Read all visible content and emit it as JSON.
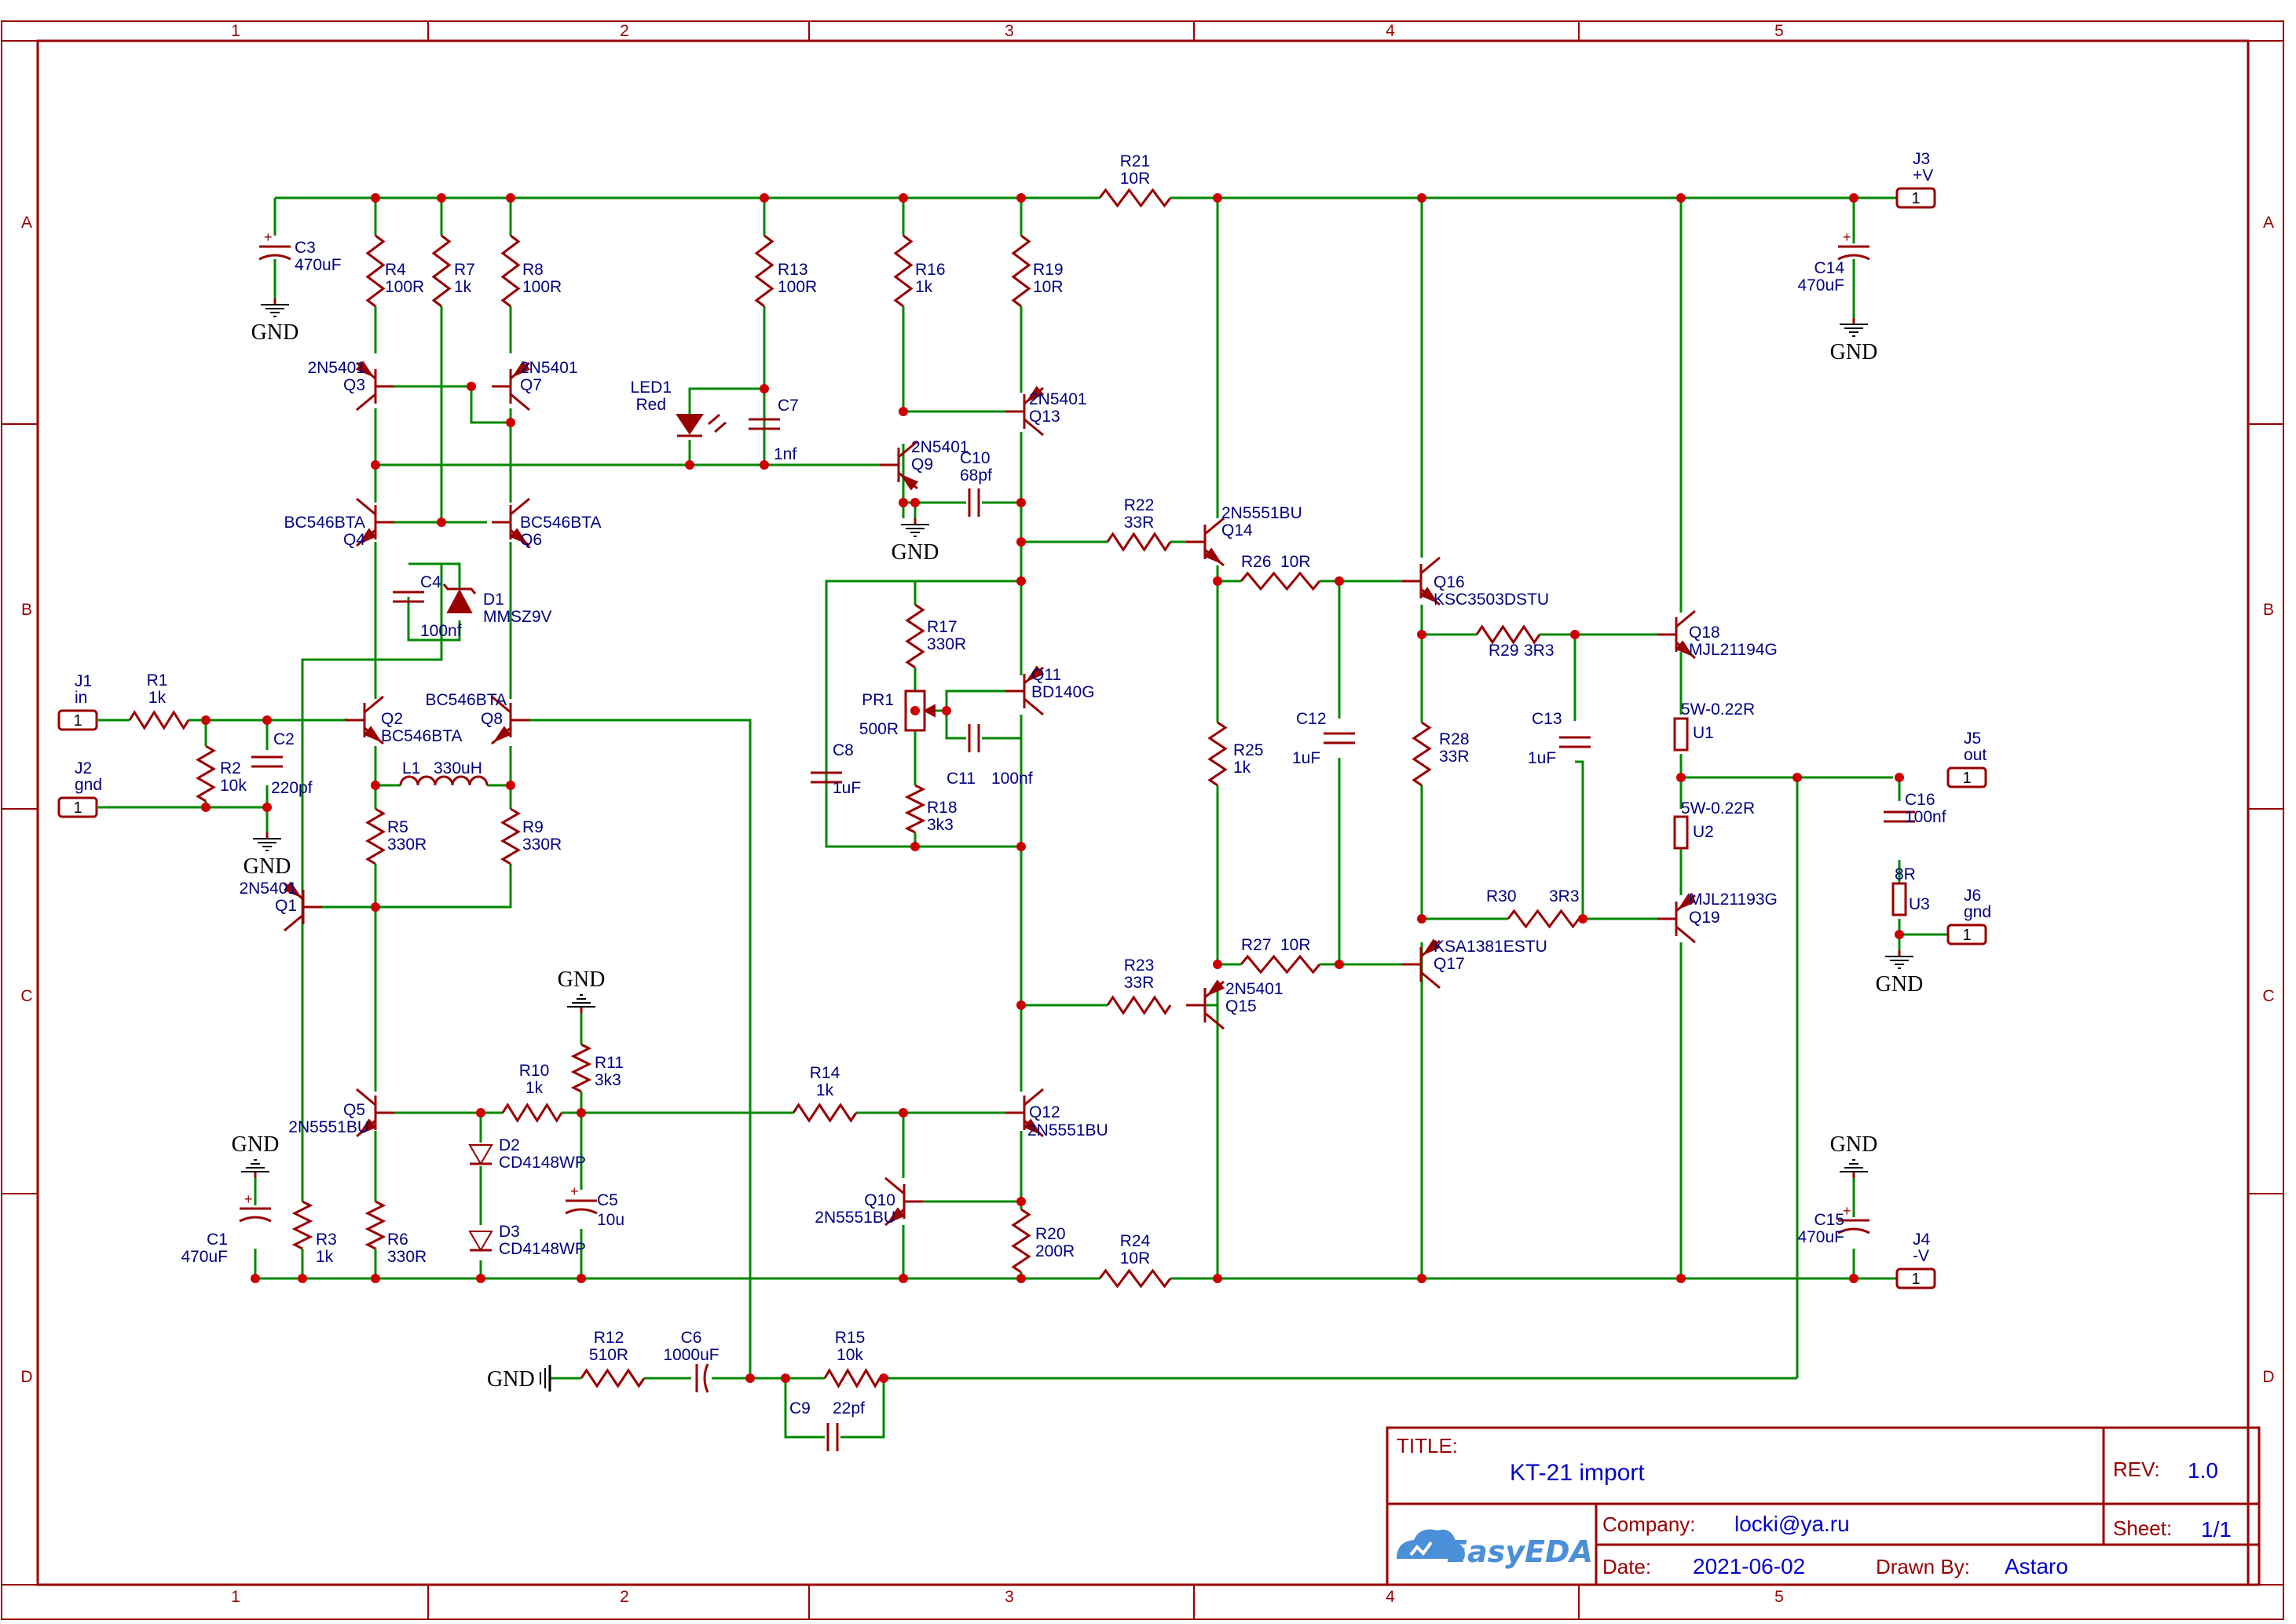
{
  "title_block": {
    "title_label": "TITLE:",
    "title": "KT-21 import",
    "rev_label": "REV:",
    "rev": "1.0",
    "company_label": "Company:",
    "company": "locki@ya.ru",
    "sheet_label": "Sheet:",
    "sheet": "1/1",
    "date_label": "Date:",
    "date": "2021-06-02",
    "drawn_label": "Drawn By:",
    "drawn_by": "Astaro",
    "logo": "EasyEDA"
  },
  "frame": {
    "columns": [
      "1",
      "2",
      "3",
      "4",
      "5"
    ],
    "rows": [
      "A",
      "B",
      "C",
      "D"
    ]
  },
  "connectors": [
    {
      "ref": "J1",
      "name": "in",
      "pin": "1"
    },
    {
      "ref": "J2",
      "name": "gnd",
      "pin": "1"
    },
    {
      "ref": "J3",
      "name": "+V",
      "pin": "1"
    },
    {
      "ref": "J4",
      "name": "-V",
      "pin": "1"
    },
    {
      "ref": "J5",
      "name": "out",
      "pin": "1"
    },
    {
      "ref": "J6",
      "name": "gnd",
      "pin": "1"
    }
  ],
  "gnd_label": "GND",
  "components": {
    "C3": {
      "ref": "C3",
      "val": "470uF"
    },
    "R4": {
      "ref": "R4",
      "val": "100R"
    },
    "R7": {
      "ref": "R7",
      "val": "1k"
    },
    "R8": {
      "ref": "R8",
      "val": "100R"
    },
    "R13": {
      "ref": "R13",
      "val": "100R"
    },
    "R16": {
      "ref": "R16",
      "val": "1k"
    },
    "R19": {
      "ref": "R19",
      "val": "10R"
    },
    "R21": {
      "ref": "R21",
      "val": "10R"
    },
    "C14": {
      "ref": "C14",
      "val": "470uF"
    },
    "Q3": {
      "ref": "Q3",
      "val": "2N5401"
    },
    "Q7": {
      "ref": "Q7",
      "val": "2N5401"
    },
    "LED1": {
      "ref": "LED1",
      "val": "Red"
    },
    "C7": {
      "ref": "C7",
      "val": "1nf"
    },
    "Q9": {
      "ref": "Q9",
      "val": "2N5401"
    },
    "C10": {
      "ref": "C10",
      "val": "68pf"
    },
    "Q13": {
      "ref": "Q13",
      "val": "2N5401"
    },
    "Q4": {
      "ref": "Q4",
      "val": "BC546BTA"
    },
    "Q6": {
      "ref": "Q6",
      "val": "BC546BTA"
    },
    "C4": {
      "ref": "C4",
      "val": "100nf"
    },
    "D1": {
      "ref": "D1",
      "val": "MMSZ9V"
    },
    "R22": {
      "ref": "R22",
      "val": "33R"
    },
    "Q14": {
      "ref": "Q14",
      "val": "2N5551BU"
    },
    "R26": {
      "ref": "R26",
      "val": "10R"
    },
    "Q16": {
      "ref": "Q16",
      "val": "KSC3503DSTU"
    },
    "R17": {
      "ref": "R17",
      "val": "330R"
    },
    "PR1": {
      "ref": "PR1",
      "val": "500R"
    },
    "Q11": {
      "ref": "Q11",
      "val": "BD140G"
    },
    "C8": {
      "ref": "C8",
      "val": "1uF"
    },
    "C11": {
      "ref": "C11",
      "val": "100nf"
    },
    "R18": {
      "ref": "R18",
      "val": "3k3"
    },
    "R29": {
      "ref": "R29",
      "val": "3R3"
    },
    "Q18": {
      "ref": "Q18",
      "val": "MJL21194G"
    },
    "U1": {
      "ref": "U1",
      "val": "5W-0.22R"
    },
    "U2": {
      "ref": "U2",
      "val": "5W-0.22R"
    },
    "C12": {
      "ref": "C12",
      "val": "1uF"
    },
    "C13": {
      "ref": "C13",
      "val": "1uF"
    },
    "R25": {
      "ref": "R25",
      "val": "1k"
    },
    "R28": {
      "ref": "R28",
      "val": "33R"
    },
    "R1": {
      "ref": "R1",
      "val": "1k"
    },
    "R2": {
      "ref": "R2",
      "val": "10k"
    },
    "C2": {
      "ref": "C2",
      "val": "220pf"
    },
    "Q2": {
      "ref": "Q2",
      "val": "BC546BTA"
    },
    "Q8": {
      "ref": "Q8",
      "val": "BC546BTA"
    },
    "L1": {
      "ref": "L1",
      "val": "330uH"
    },
    "R5": {
      "ref": "R5",
      "val": "330R"
    },
    "R9": {
      "ref": "R9",
      "val": "330R"
    },
    "Q1": {
      "ref": "Q1",
      "val": "2N5401"
    },
    "C16": {
      "ref": "C16",
      "val": "100nf"
    },
    "U3": {
      "ref": "U3",
      "val": "8R"
    },
    "R30": {
      "ref": "R30",
      "val": "3R3"
    },
    "Q19": {
      "ref": "Q19",
      "val": "MJL21193G"
    },
    "R27": {
      "ref": "R27",
      "val": "10R"
    },
    "Q17": {
      "ref": "Q17",
      "val": "KSA1381ESTU"
    },
    "R23": {
      "ref": "R23",
      "val": "33R"
    },
    "Q15": {
      "ref": "Q15",
      "val": "2N5401"
    },
    "R10": {
      "ref": "R10",
      "val": "1k"
    },
    "R11": {
      "ref": "R11",
      "val": "3k3"
    },
    "R14": {
      "ref": "R14",
      "val": "1k"
    },
    "Q12": {
      "ref": "Q12",
      "val": "2N5551BU"
    },
    "Q5": {
      "ref": "Q5",
      "val": "2N5551BU"
    },
    "D2": {
      "ref": "D2",
      "val": "CD4148WP"
    },
    "D3": {
      "ref": "D3",
      "val": "CD4148WP"
    },
    "C5": {
      "ref": "C5",
      "val": "10u"
    },
    "Q10": {
      "ref": "Q10",
      "val": "2N5551BU"
    },
    "C1": {
      "ref": "C1",
      "val": "470uF"
    },
    "R3": {
      "ref": "R3",
      "val": "1k"
    },
    "R6": {
      "ref": "R6",
      "val": "330R"
    },
    "R20": {
      "ref": "R20",
      "val": "200R"
    },
    "R24": {
      "ref": "R24",
      "val": "10R"
    },
    "C15": {
      "ref": "C15",
      "val": "470uF"
    },
    "R12": {
      "ref": "R12",
      "val": "510R"
    },
    "C6": {
      "ref": "C6",
      "val": "1000uF"
    },
    "R15": {
      "ref": "R15",
      "val": "10k"
    },
    "C9": {
      "ref": "C9",
      "val": "22pf"
    }
  }
}
